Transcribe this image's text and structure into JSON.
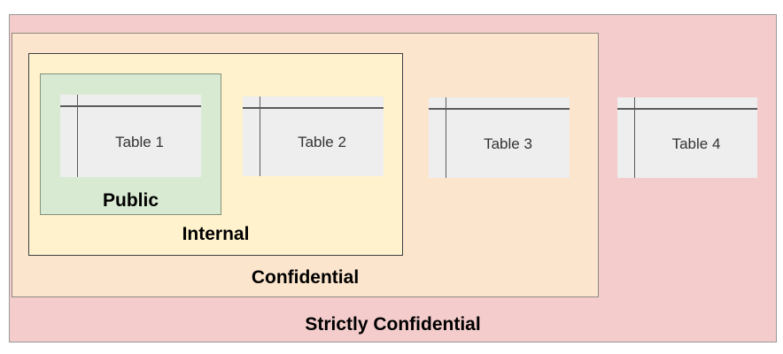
{
  "diagram": {
    "type": "nested-data-classification-zones",
    "zones": [
      {
        "id": "strictly-confidential",
        "label": "Strictly Confidential",
        "fill": "#f4cccc",
        "border": "#999999"
      },
      {
        "id": "confidential",
        "label": "Confidential",
        "fill": "#fce5cd",
        "border": "#8f8b80"
      },
      {
        "id": "internal",
        "label": "Internal",
        "fill": "#fff2cc",
        "border": "#3c4045"
      },
      {
        "id": "public",
        "label": "Public",
        "fill": "#d9ead3",
        "border": "#85917b"
      }
    ],
    "tables": [
      {
        "label": "Table 1",
        "zone": "public"
      },
      {
        "label": "Table 2",
        "zone": "internal"
      },
      {
        "label": "Table 3",
        "zone": "confidential"
      },
      {
        "label": "Table 4",
        "zone": "strictly-confidential"
      }
    ],
    "table_style": {
      "fill": "#eeeeee",
      "border": "#5b5b5b",
      "text_color": "#333333"
    }
  }
}
